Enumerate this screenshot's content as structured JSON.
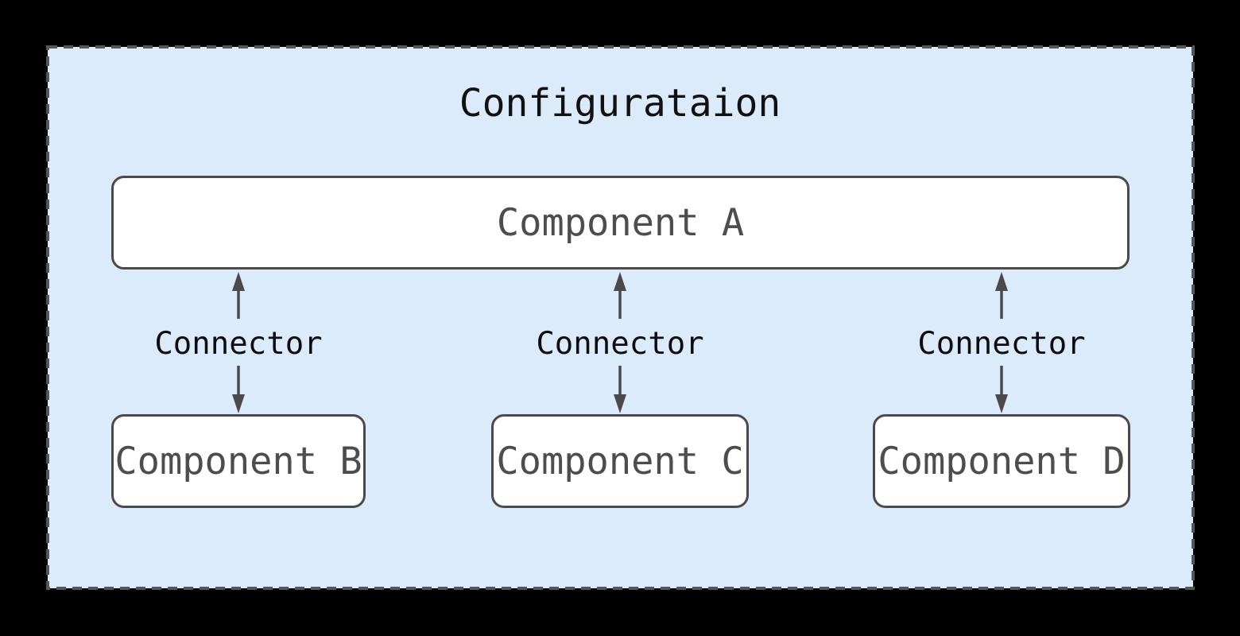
{
  "diagram": {
    "title": "Configurataion",
    "container": {
      "fill": "#dcebfb",
      "border_color": "#555555",
      "border_style": "dashed"
    },
    "nodes": {
      "root": {
        "id": "component-a",
        "label": "Component A"
      },
      "children": [
        {
          "id": "component-b",
          "label": "Component B"
        },
        {
          "id": "component-c",
          "label": "Component C"
        },
        {
          "id": "component-d",
          "label": "Component D"
        }
      ]
    },
    "connectors": [
      {
        "from": "component-a",
        "to": "component-b",
        "label": "Connector",
        "direction": "bidirectional"
      },
      {
        "from": "component-a",
        "to": "component-c",
        "label": "Connector",
        "direction": "bidirectional"
      },
      {
        "from": "component-a",
        "to": "component-d",
        "label": "Connector",
        "direction": "bidirectional"
      }
    ],
    "colors": {
      "canvas_background": "#000000",
      "node_fill": "#ffffff",
      "node_border": "#4a4a4a",
      "node_text": "#4d4d4d",
      "title_text": "#111111",
      "label_text": "#0d0d0d",
      "arrow": "#4a4a4a"
    }
  }
}
